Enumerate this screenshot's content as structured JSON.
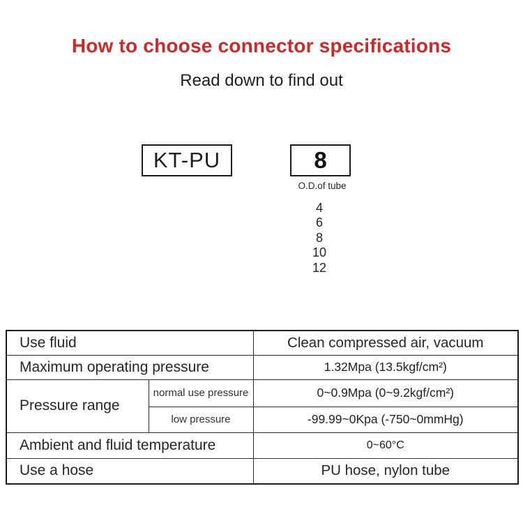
{
  "page": {
    "title": "How to choose connector specifications",
    "subtitle": "Read down to find out"
  },
  "selector": {
    "model_code": "KT-PU",
    "tube_size_selected": "8",
    "size_box_caption": "O.D.of tube",
    "size_options": [
      "4",
      "6",
      "8",
      "10",
      "12"
    ]
  },
  "spec_table": {
    "rows": [
      {
        "label": "Use fluid",
        "value": "Clean compressed air, vacuum"
      },
      {
        "label": "Maximum operating pressure",
        "value": "1.32Mpa (13.5kgf/cm²)"
      },
      {
        "label": "Pressure range",
        "sub_label": "normal use pressure",
        "value": "0~0.9Mpa (0~9.2kgf/cm²)"
      },
      {
        "sub_label": "low pressure",
        "value": "-99.99~0Kpa (-750~0mmHg)"
      },
      {
        "label": "Ambient and fluid temperature",
        "value": "0~60°C"
      },
      {
        "label": "Use a hose",
        "value": "PU hose, nylon tube"
      }
    ]
  },
  "colors": {
    "accent_red": "#ce2929",
    "row_highlight": "#f4ecdd",
    "text": "#262626",
    "border": "#1b1b1b"
  }
}
